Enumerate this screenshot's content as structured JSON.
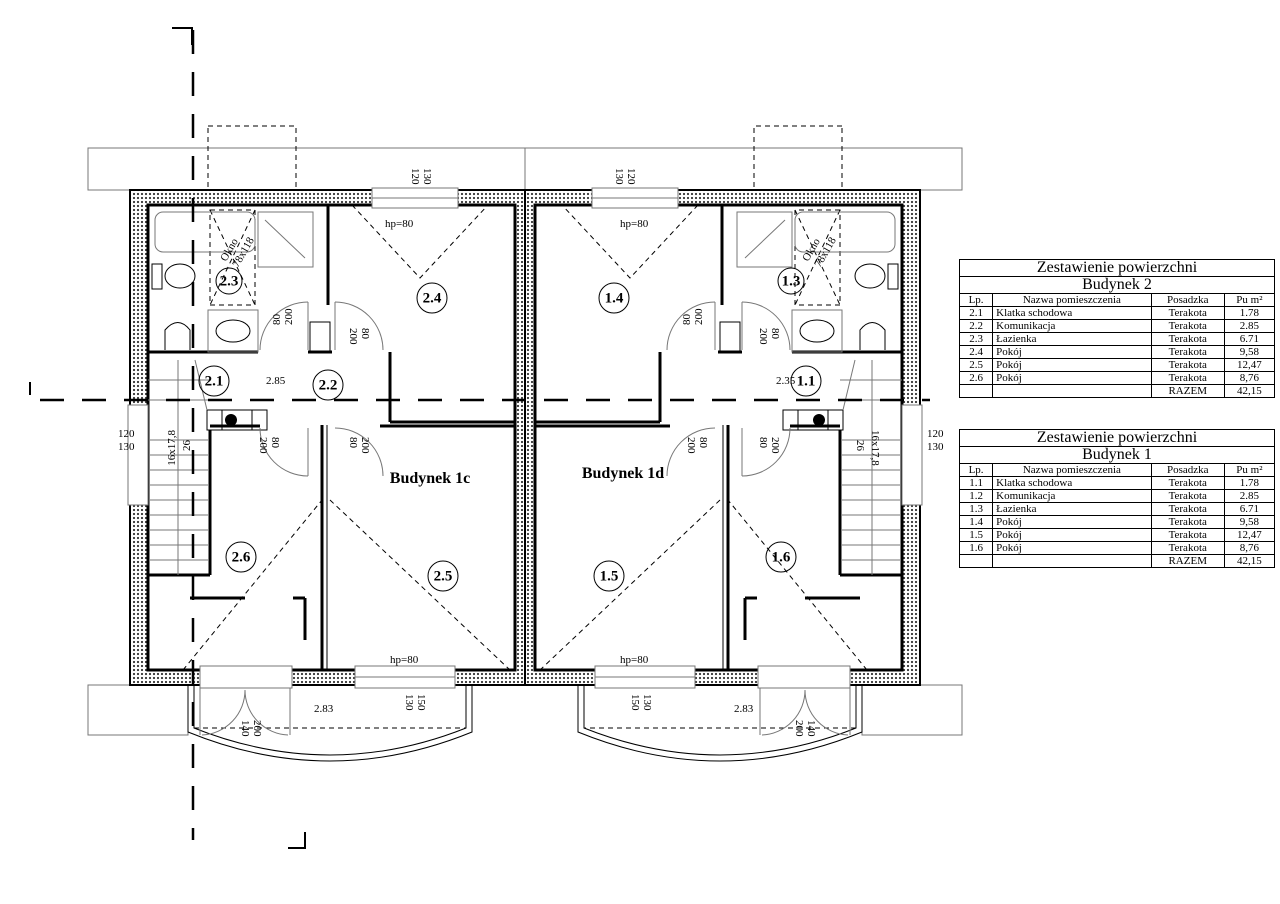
{
  "plan": {
    "buildings": [
      "Budynek 1c",
      "Budynek 1d"
    ],
    "rooms_left": [
      "2.1",
      "2.2",
      "2.3",
      "2.4",
      "2.5",
      "2.6"
    ],
    "rooms_right": [
      "1.1",
      "1.3",
      "1.4",
      "1.5",
      "1.6"
    ],
    "levels": [
      "2.85",
      "2.35",
      "2.83",
      "2.83"
    ],
    "sill_height": "hp=80",
    "window_label": "Okno",
    "window_size": "78x118",
    "stair_label": "16x17,8",
    "stair_tread": "26",
    "dims": {
      "d120": "120",
      "d130": "130",
      "d150": "150",
      "d140": "140",
      "d200": "200",
      "d80": "80"
    }
  },
  "tables": [
    {
      "title": "Zestawienie powierzchni",
      "subtitle": "Budynek 2",
      "headers": [
        "Lp.",
        "Nazwa pomieszczenia",
        "Posadzka",
        "Pu m²"
      ],
      "rows": [
        [
          "2.1",
          "Klatka schodowa",
          "Terakota",
          "1.78"
        ],
        [
          "2.2",
          "Komunikacja",
          "Terakota",
          "2.85"
        ],
        [
          "2.3",
          "Łazienka",
          "Terakota",
          "6.71"
        ],
        [
          "2.4",
          "Pokój",
          "Terakota",
          "9,58"
        ],
        [
          "2.5",
          "Pokój",
          "Terakota",
          "12,47"
        ],
        [
          "2.6",
          "Pokój",
          "Terakota",
          "8,76"
        ]
      ],
      "total_label": "RAZEM",
      "total": "42,15"
    },
    {
      "title": "Zestawienie powierzchni",
      "subtitle": "Budynek 1",
      "headers": [
        "Lp.",
        "Nazwa pomieszczenia",
        "Posadzka",
        "Pu m²"
      ],
      "rows": [
        [
          "1.1",
          "Klatka schodowa",
          "Terakota",
          "1.78"
        ],
        [
          "1.2",
          "Komunikacja",
          "Terakota",
          "2.85"
        ],
        [
          "1.3",
          "Łazienka",
          "Terakota",
          "6.71"
        ],
        [
          "1.4",
          "Pokój",
          "Terakota",
          "9,58"
        ],
        [
          "1.5",
          "Pokój",
          "Terakota",
          "12,47"
        ],
        [
          "1.6",
          "Pokój",
          "Terakota",
          "8,76"
        ]
      ],
      "total_label": "RAZEM",
      "total": "42,15"
    }
  ]
}
